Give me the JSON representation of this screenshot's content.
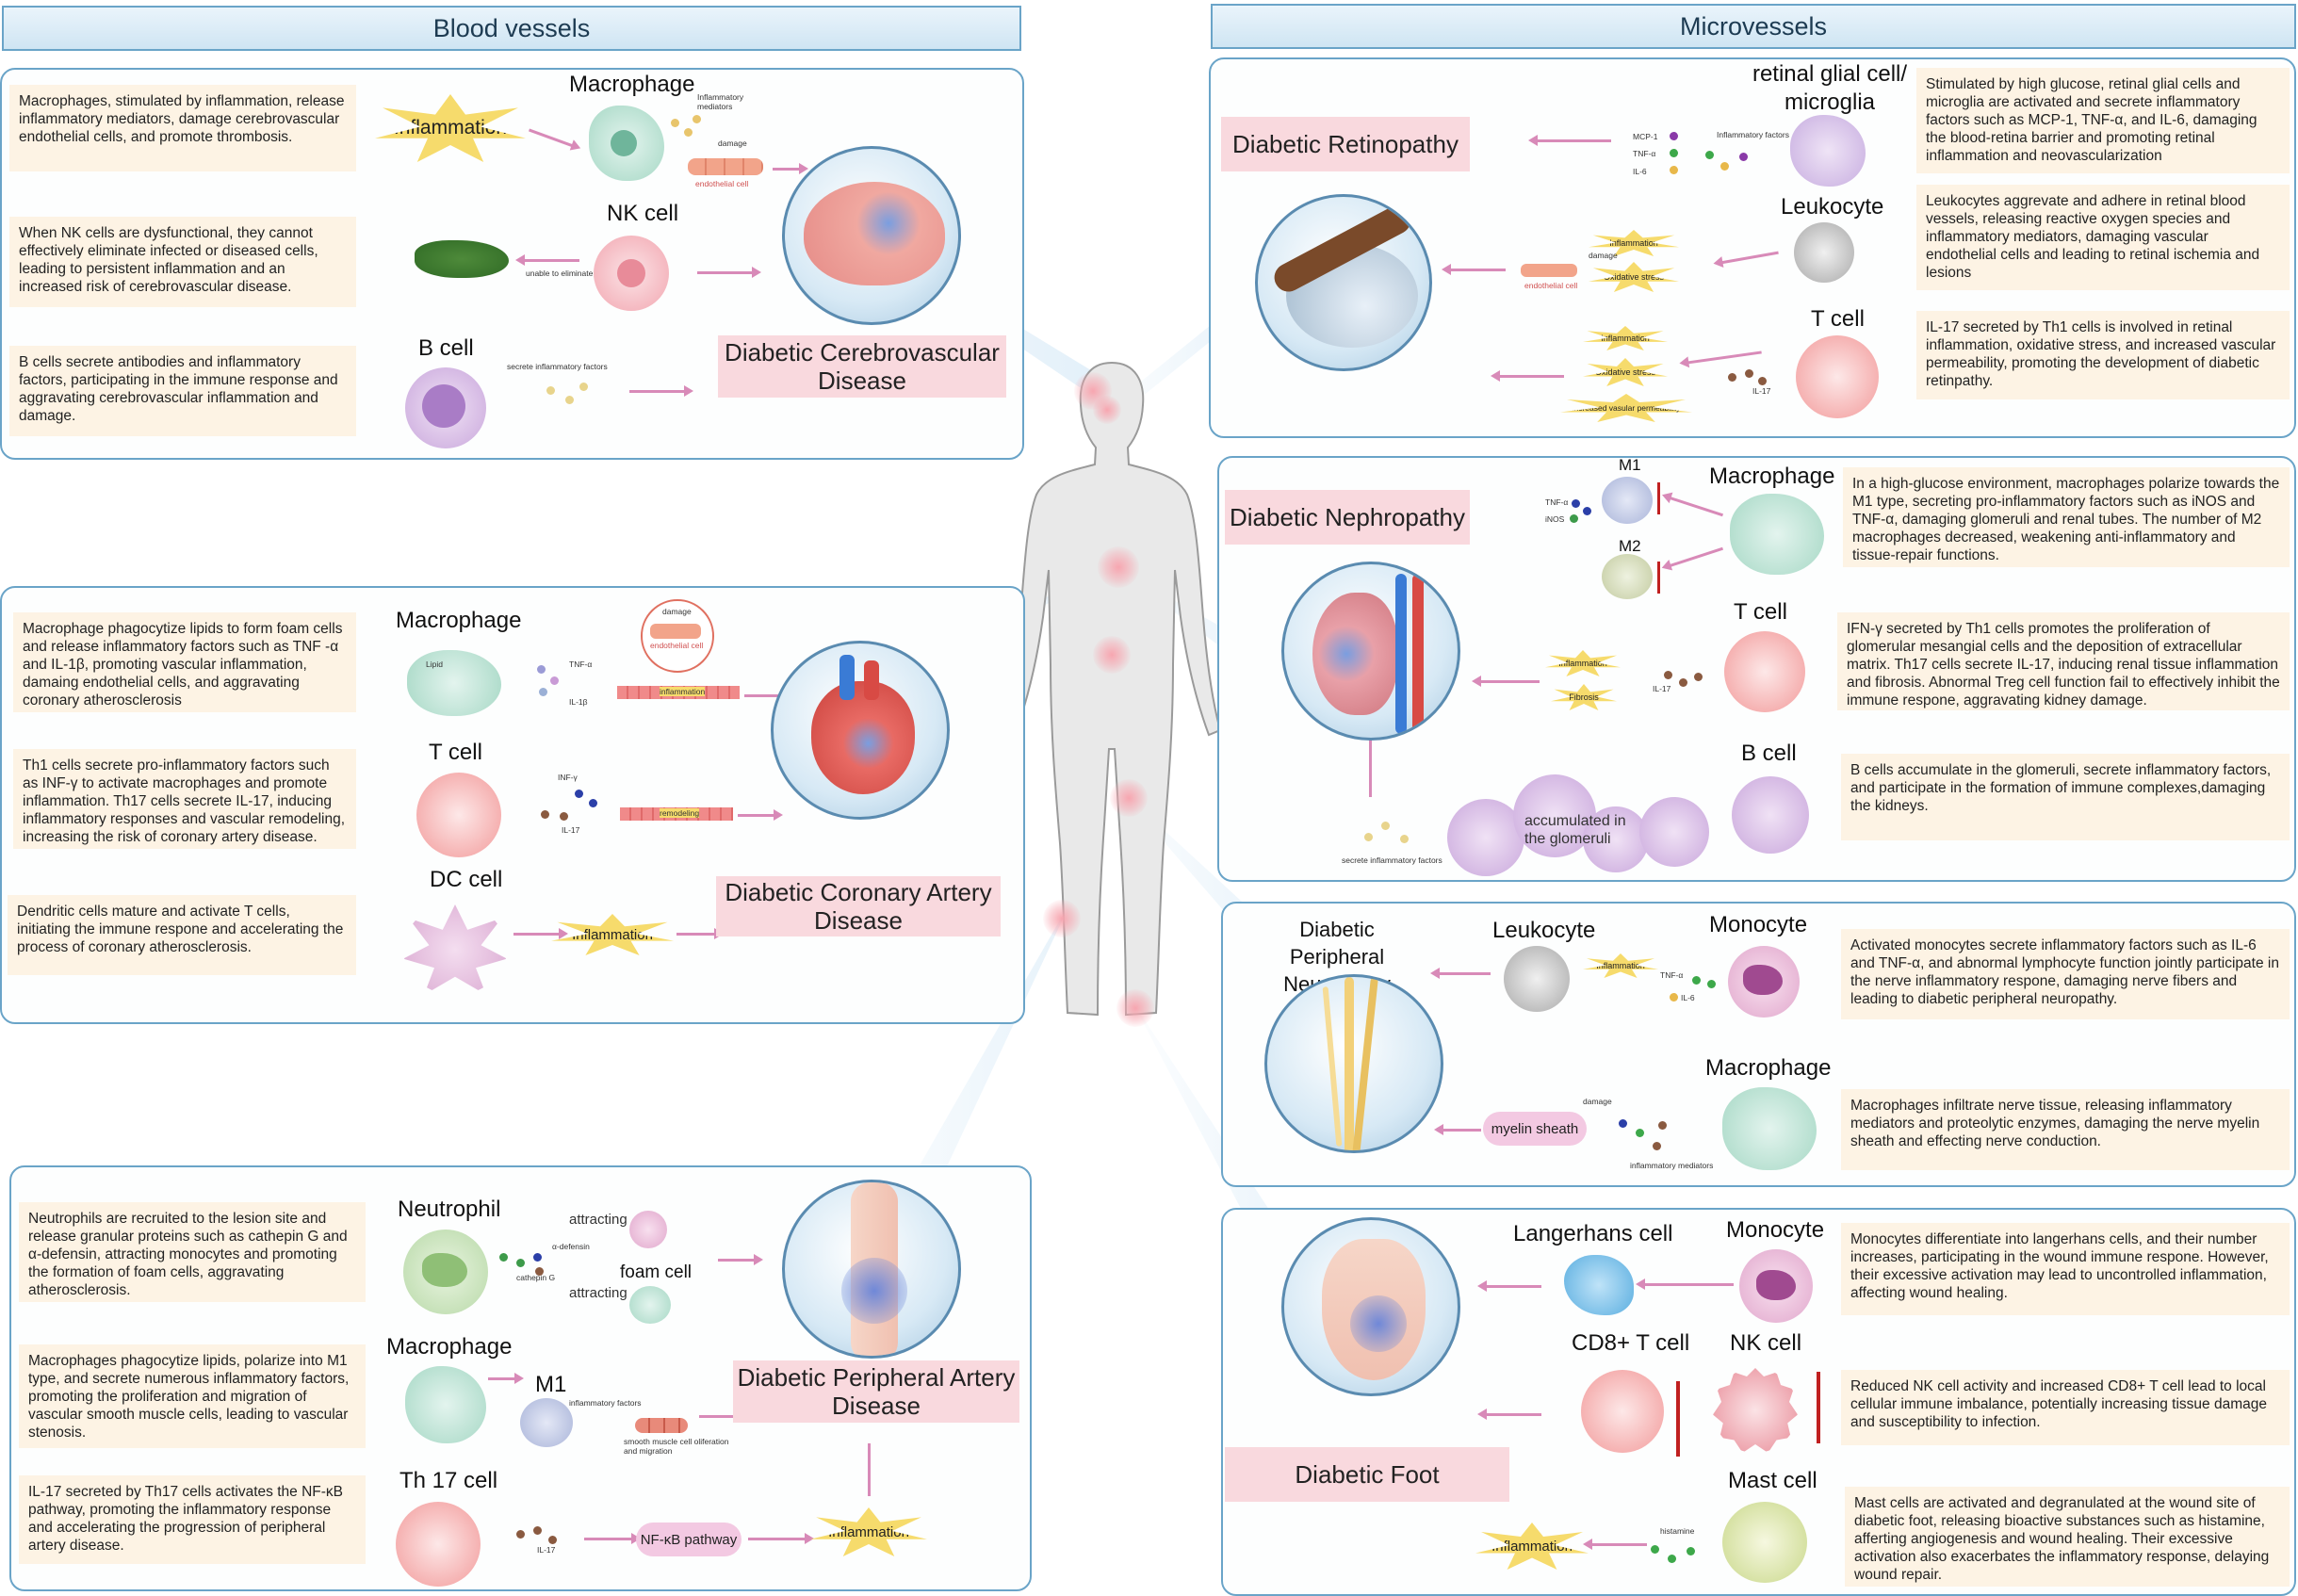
{
  "headers": {
    "blood_vessels": "Blood vessels",
    "microvessels": "Microvessels"
  },
  "left": {
    "cerebro": {
      "disease": "Diabetic Cerebrovascular Disease",
      "descs": [
        "Macrophages, stimulated by inflammation, release inflammatory mediators, damage cerebrovascular endothelial cells, and promote thrombosis.",
        "When NK cells are dysfunctional, they cannot effectively eliminate infected or diseased cells, leading to persistent inflammation and an increased risk of cerebrovascular disease.",
        "B cells secrete antibodies and inflammatory factors, participating in the immune response and aggravating cerebrovascular inflammation and damage."
      ],
      "macrophage": "Macrophage",
      "inflammation": "Inflammation",
      "inflammatory_mediators": "Inflammatory mediators",
      "damage": "damage",
      "endothelial_cell": "endothelial cell",
      "nk_cell": "NK cell",
      "unable_to_eliminate": "unable to eliminate",
      "b_cell": "B cell",
      "secrete_factors": "secrete inflammatory factors"
    },
    "coronary": {
      "disease": "Diabetic Coronary Artery Disease",
      "descs": [
        "Macrophage phagocytize lipids to form foam cells and release inflammatory factors such as TNF -α and IL-1β, promoting vascular inflammation, damaing endothelial cells, and aggravating coronary atherosclerosis",
        "Th1 cells secrete pro-inflammatory factors such as INF-γ to activate macrophages and promote inflammation. Th17 cells secrete IL-17, inducing inflammatory responses and vascular remodeling, increasing the risk of coronary artery disease.",
        "Dendritic cells mature and activate T cells, initiating the immune respone and accelerating the process of coronary atherosclerosis."
      ],
      "macrophage": "Macrophage",
      "lipid": "Lipid",
      "tnf": "TNF-α",
      "il1b": "IL-1β",
      "damage": "damage",
      "endothelial_cell": "endothelial cell",
      "inflammation_tag": "inflammation",
      "t_cell": "T cell",
      "infg": "INF-γ",
      "il17": "IL-17",
      "remodeling": "remodeling",
      "dc_cell": "DC cell",
      "inflammation": "Inflammation"
    },
    "peripheral_artery": {
      "disease": "Diabetic Peripheral Artery Disease",
      "descs": [
        "Neutrophils are recruited to the lesion site and release granular proteins such as cathepin G and α-defensin, attracting monocytes and promoting the formation of foam cells, aggravating atherosclerosis.",
        "Macrophages phagocytize lipids, polarize into M1 type, and secrete numerous inflammatory factors, promoting the proliferation and migration of vascular smooth muscle cells, leading to vascular stenosis.",
        "IL-17 secreted by Th17 cells activates the NF-κB pathway, promoting the inflammatory response and accelerating the progression of peripheral artery disease."
      ],
      "neutrophil": "Neutrophil",
      "attracting": "attracting",
      "a_defensin": "α-defensin",
      "cathepin": "cathepin G",
      "foam_cell": "foam cell",
      "macrophage": "Macrophage",
      "m1": "M1",
      "inflammatory_factors": "inflammatory factors",
      "smc": "smooth muscle cell oliferation and migration",
      "th17": "Th 17 cell",
      "il17": "IL-17",
      "nfkb": "NF-κB pathway",
      "inflammation": "Inflammation"
    }
  },
  "right": {
    "retinopathy": {
      "disease": "Diabetic Retinopathy",
      "descs": [
        "Stimulated by high glucose, retinal glial cells and microglia are activated and secrete inflammatory factors such as MCP-1, TNF-α,   and IL-6, damaging the blood-retina barrier and promoting retinal inflammation and neovascularization",
        "Leukocytes aggrevate and adhere in retinal blood vessels, releasing reactive oxygen species and inflammatory mediators, damaging vascular endothelial cells and leading to retinal ischemia and lesions",
        "IL-17 secreted by Th1 cells is involved in retinal inflammation, oxidative stress, and increased vascular permeability, promoting the development of diabetic retinpathy."
      ],
      "glial": "retinal glial cell/ microglia",
      "mcp1": "MCP-1",
      "tnf": "TNF-α",
      "il6": "IL-6",
      "inflammatory_factors": "Inflammatory factors",
      "leukocyte": "Leukocyte",
      "inflammation": "Inflammation",
      "oxidative": "Oxidative stress",
      "damage": "damage",
      "endothelial_cell": "endothelial cell",
      "t_cell": "T cell",
      "il17": "IL-17",
      "permeability": "increased vasular permeability"
    },
    "nephropathy": {
      "disease": "Diabetic Nephropathy",
      "descs": [
        "In a high-glucose environment, macrophages polarize towards the M1 type, secreting pro-inflammatory factors such as iNOS and TNF-α, damaging glomeruli  and renal tubes. The number of M2 macrophages decreased, weakening anti-inflammatory and tissue-repair functions.",
        "IFN-γ secreted by Th1 cells promotes the proliferation of glomerular mesangial cells and the deposition of extracellular matrix. Th17 cells secrete IL-17, inducing renal tissue inflammation and fibrosis. Abnormal Treg cell function fail to effectively inhibit the immune respone, aggravating kidney damage.",
        "B cells accumulate in the glomeruli, secrete inflammatory factors, and participate in the formation of immune complexes,damaging the kidneys."
      ],
      "macrophage": "Macrophage",
      "m1": "M1",
      "m2": "M2",
      "tnf": "TNF-α",
      "inos": "iNOS",
      "t_cell": "T cell",
      "inflammation": "Inflammation",
      "fibrosis": "Fibrosis",
      "il17": "IL-17",
      "b_cell": "B cell",
      "accumulated": "accumulated in the glomeruli",
      "secrete_factors": "secrete inflammatory factors"
    },
    "neuropathy": {
      "disease": "Diabetic Peripheral Neuropathy",
      "descs": [
        "Activated monocytes secrete inflammatory factors such as IL-6 and TNF-α, and abnormal lymphocyte function jointly participate in the nerve inflammatory respone, damaging nerve fibers and leading to diabetic peripheral neuropathy.",
        "Macrophages infiltrate nerve tissue, releasing inflammatory mediators and proteolytic enzymes, damaging the nerve myelin sheath and effecting nerve conduction."
      ],
      "leukocyte": "Leukocyte",
      "monocyte": "Monocyte",
      "inflammation": "Inflammation",
      "tnf": "TNF-α",
      "il6": "IL-6",
      "macrophage": "Macrophage",
      "myelin": "myelin sheath",
      "damage": "damage",
      "mediators": "inflammatory mediators"
    },
    "foot": {
      "disease": "Diabetic Foot",
      "descs": [
        "Monocytes differentiate into langerhans cells, and their number increases, participating in the wound immune respone. However, their excessive activation may lead to uncontrolled inflammation, affecting wound healing.",
        "Reduced NK cell activity and increased CD8+ T cell lead to local cellular immune imbalance, potentially increasing tissue damage and susceptibility to infection.",
        "Mast cells are activated and degranulated at the wound site of diabetic foot, releasing bioactive substances such as histamine, afferting angiogenesis and wound healing. Their excessive activation also exacerbates the inflammatory response, delaying wound repair."
      ],
      "langerhans": "Langerhans cell",
      "monocyte": "Monocyte",
      "cd8": "CD8+ T cell",
      "nk_cell": "NK cell",
      "mast_cell": "Mast cell",
      "inflammation": "Inflammation",
      "histamine": "histamine"
    }
  }
}
